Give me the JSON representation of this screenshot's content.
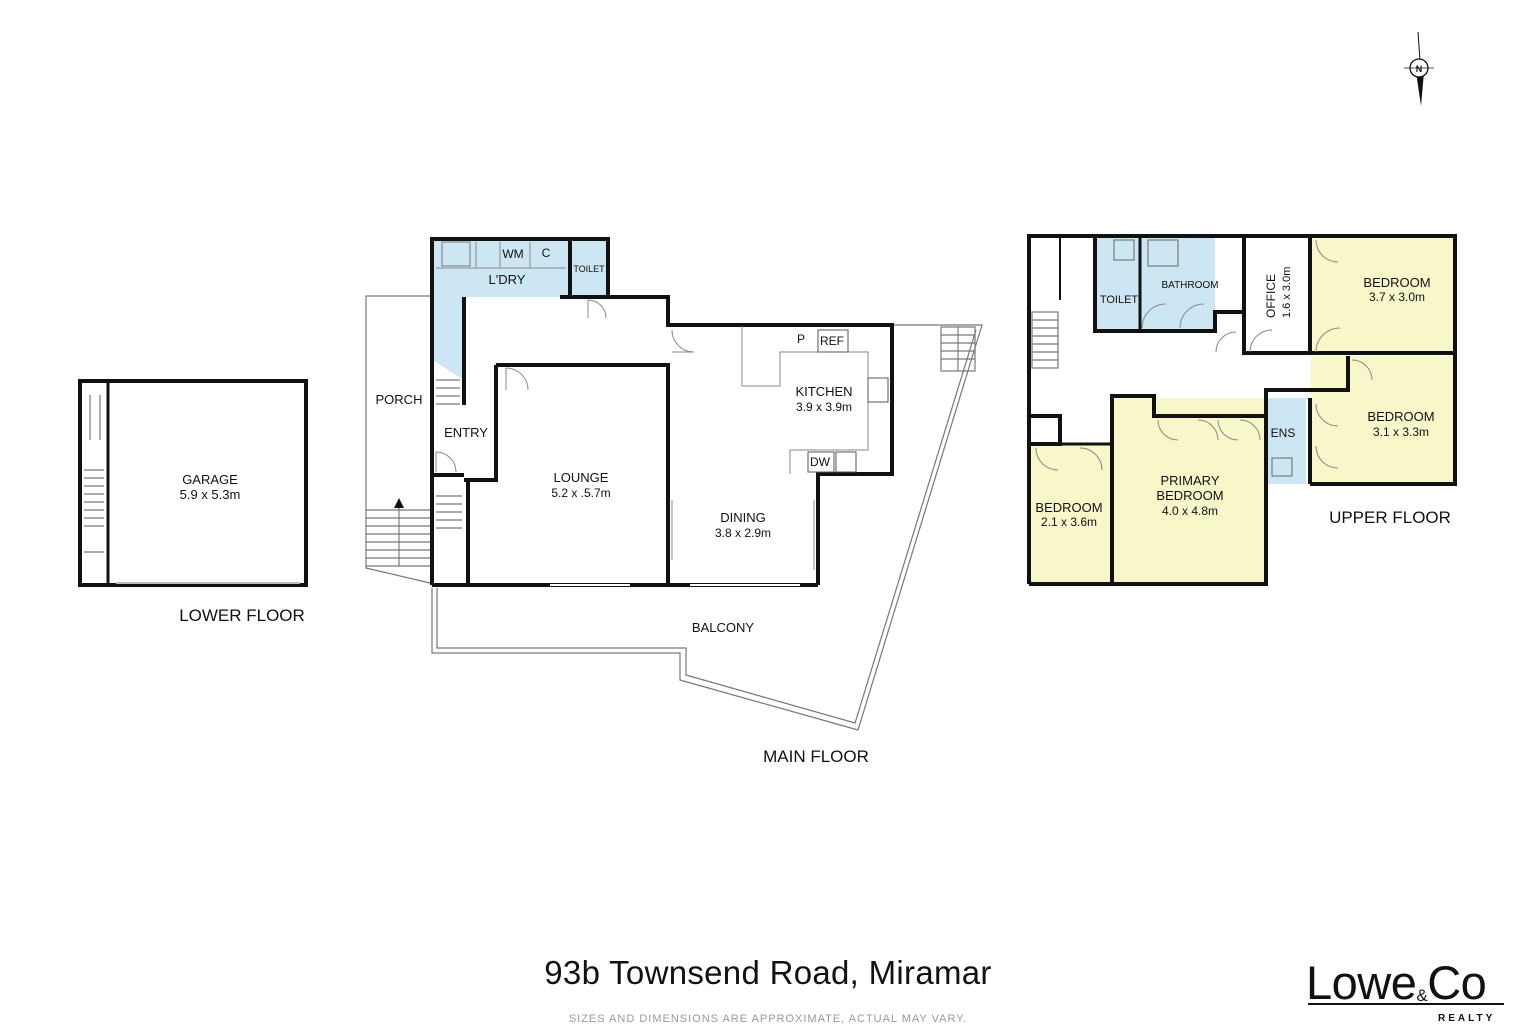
{
  "floors": {
    "lower": "LOWER FLOOR",
    "main": "MAIN FLOOR",
    "upper": "UPPER FLOOR"
  },
  "rooms": {
    "garage": {
      "name": "GARAGE",
      "dims": "5.9 x 5.3m"
    },
    "porch": {
      "name": "PORCH"
    },
    "entry": {
      "name": "ENTRY"
    },
    "laundry": {
      "name": "L'DRY"
    },
    "wm": {
      "name": "WM"
    },
    "c": {
      "name": "C"
    },
    "toilet_main": {
      "name": "TOILET"
    },
    "lounge": {
      "name": "LOUNGE",
      "dims": "5.2 x .5.7m"
    },
    "kitchen": {
      "name": "KITCHEN",
      "dims": "3.9 x 3.9m"
    },
    "pantry": {
      "name": "P"
    },
    "ref": {
      "name": "REF"
    },
    "dw": {
      "name": "DW"
    },
    "dining": {
      "name": "DINING",
      "dims": "3.8 x 2.9m"
    },
    "balcony": {
      "name": "BALCONY"
    },
    "toilet_upper": {
      "name": "TOILET"
    },
    "bathroom": {
      "name": "BATHROOM"
    },
    "office": {
      "name": "OFFICE",
      "dims": "1.6 x 3.0m"
    },
    "bedroom_ne": {
      "name": "BEDROOM",
      "dims": "3.7 x 3.0m"
    },
    "bedroom_e": {
      "name": "BEDROOM",
      "dims": "3.1 x 3.3m"
    },
    "ens": {
      "name": "ENS"
    },
    "primary": {
      "name_line1": "PRIMARY",
      "name_line2": "BEDROOM",
      "dims": "4.0 x 4.8m"
    },
    "bedroom_sw": {
      "name": "BEDROOM",
      "dims": "2.1 x 3.6m"
    }
  },
  "compass": {
    "label": "N"
  },
  "address": "93b Townsend Road, Miramar",
  "disclaimer": "SIZES AND DIMENSIONS ARE APPROXIMATE, ACTUAL MAY VARY.",
  "logo": {
    "main": "Lowe",
    "amp": "&",
    "co": "Co",
    "sub": "REALTY"
  },
  "colors": {
    "wet_area": "#cde6f3",
    "bedroom": "#f7f7c9",
    "walls": "#111111"
  }
}
